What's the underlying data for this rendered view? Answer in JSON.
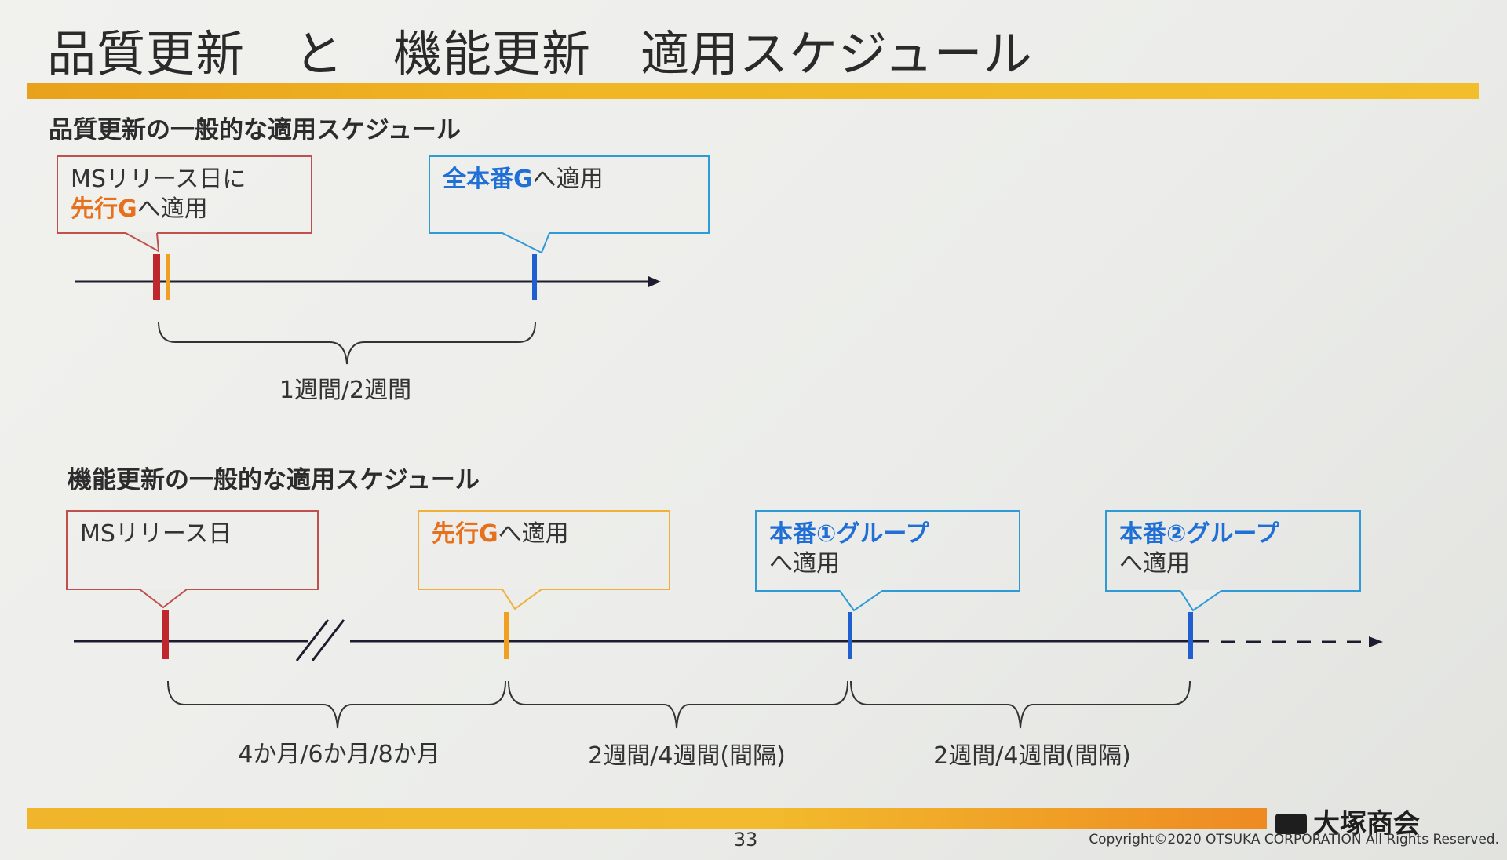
{
  "slide": {
    "title": "品質更新　と　機能更新　適用スケジュール",
    "page_number": "33",
    "copyright": "Copyright©2020 OTSUKA CORPORATION All Rights Reserved.",
    "logo_text": "大塚商会"
  },
  "quality": {
    "heading": "品質更新の一般的な適用スケジュール",
    "callout_release_line1": "MSリリース日に",
    "callout_release_hl": "先行G",
    "callout_release_rest": "へ適用",
    "callout_all_hl": "全本番G",
    "callout_all_rest": "へ適用",
    "span_label": "1週間/2週間"
  },
  "feature": {
    "heading": "機能更新の一般的な適用スケジュール",
    "callout_release": "MSリリース日",
    "callout_pilot_hl": "先行G",
    "callout_pilot_rest": "へ適用",
    "callout_g1_hl": "本番①グループ",
    "callout_g1_rest": "へ適用",
    "callout_g2_hl": "本番②グループ",
    "callout_g2_rest": "へ適用",
    "span1_label": "4か月/6か月/8か月",
    "span2_label": "2週間/4週間(間隔)",
    "span3_label": "2週間/4週間(間隔)"
  },
  "colors": {
    "accent_orange": "#e6701c",
    "accent_blue": "#1f6fd6",
    "marker_red": "#c0272d",
    "marker_orange": "#f0a020",
    "marker_blue": "#1f5fd0"
  }
}
